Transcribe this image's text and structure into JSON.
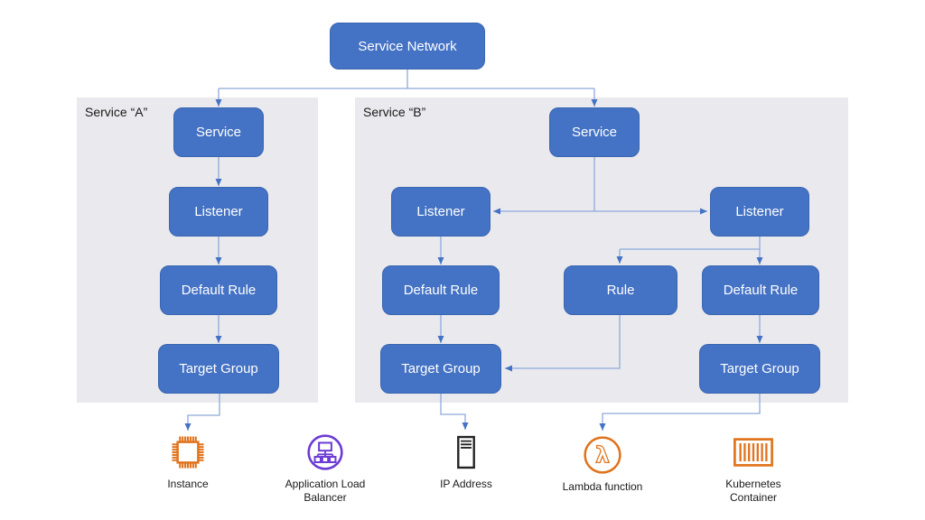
{
  "nodes": {
    "service_network": "Service Network",
    "a_service": "Service",
    "a_listener": "Listener",
    "a_default_rule": "Default Rule",
    "a_target_group": "Target Group",
    "b_service": "Service",
    "b_listener_left": "Listener",
    "b_listener_right": "Listener",
    "b_default_rule_left": "Default Rule",
    "b_rule": "Rule",
    "b_default_rule_right": "Default Rule",
    "b_target_group_left": "Target Group",
    "b_target_group_right": "Target Group"
  },
  "panels": {
    "a": {
      "label": "Service “A”"
    },
    "b": {
      "label": "Service “B”"
    }
  },
  "targets": {
    "instance": {
      "label": "Instance"
    },
    "alb": {
      "label": "Application Load Balancer"
    },
    "ip": {
      "label": "IP Address"
    },
    "lambda": {
      "label": "Lambda function"
    },
    "kubernetes": {
      "label": "Kubernetes Container"
    }
  },
  "icons": {
    "lambda_glyph": "λ"
  },
  "colors": {
    "node_fill": "#4472C4",
    "node_border": "#3A66B0",
    "node_text": "#FFFFFF",
    "connector_line": "#8EA9DB",
    "arrowhead": "#4472C4",
    "panel_background": "#EAEAEE",
    "canvas_background": "#FFFFFF",
    "aws_orange": "#E0731D",
    "alb_purple": "#6C3BD4",
    "ip_icon_dark": "#232323",
    "label_text": "#1A1A1A"
  }
}
